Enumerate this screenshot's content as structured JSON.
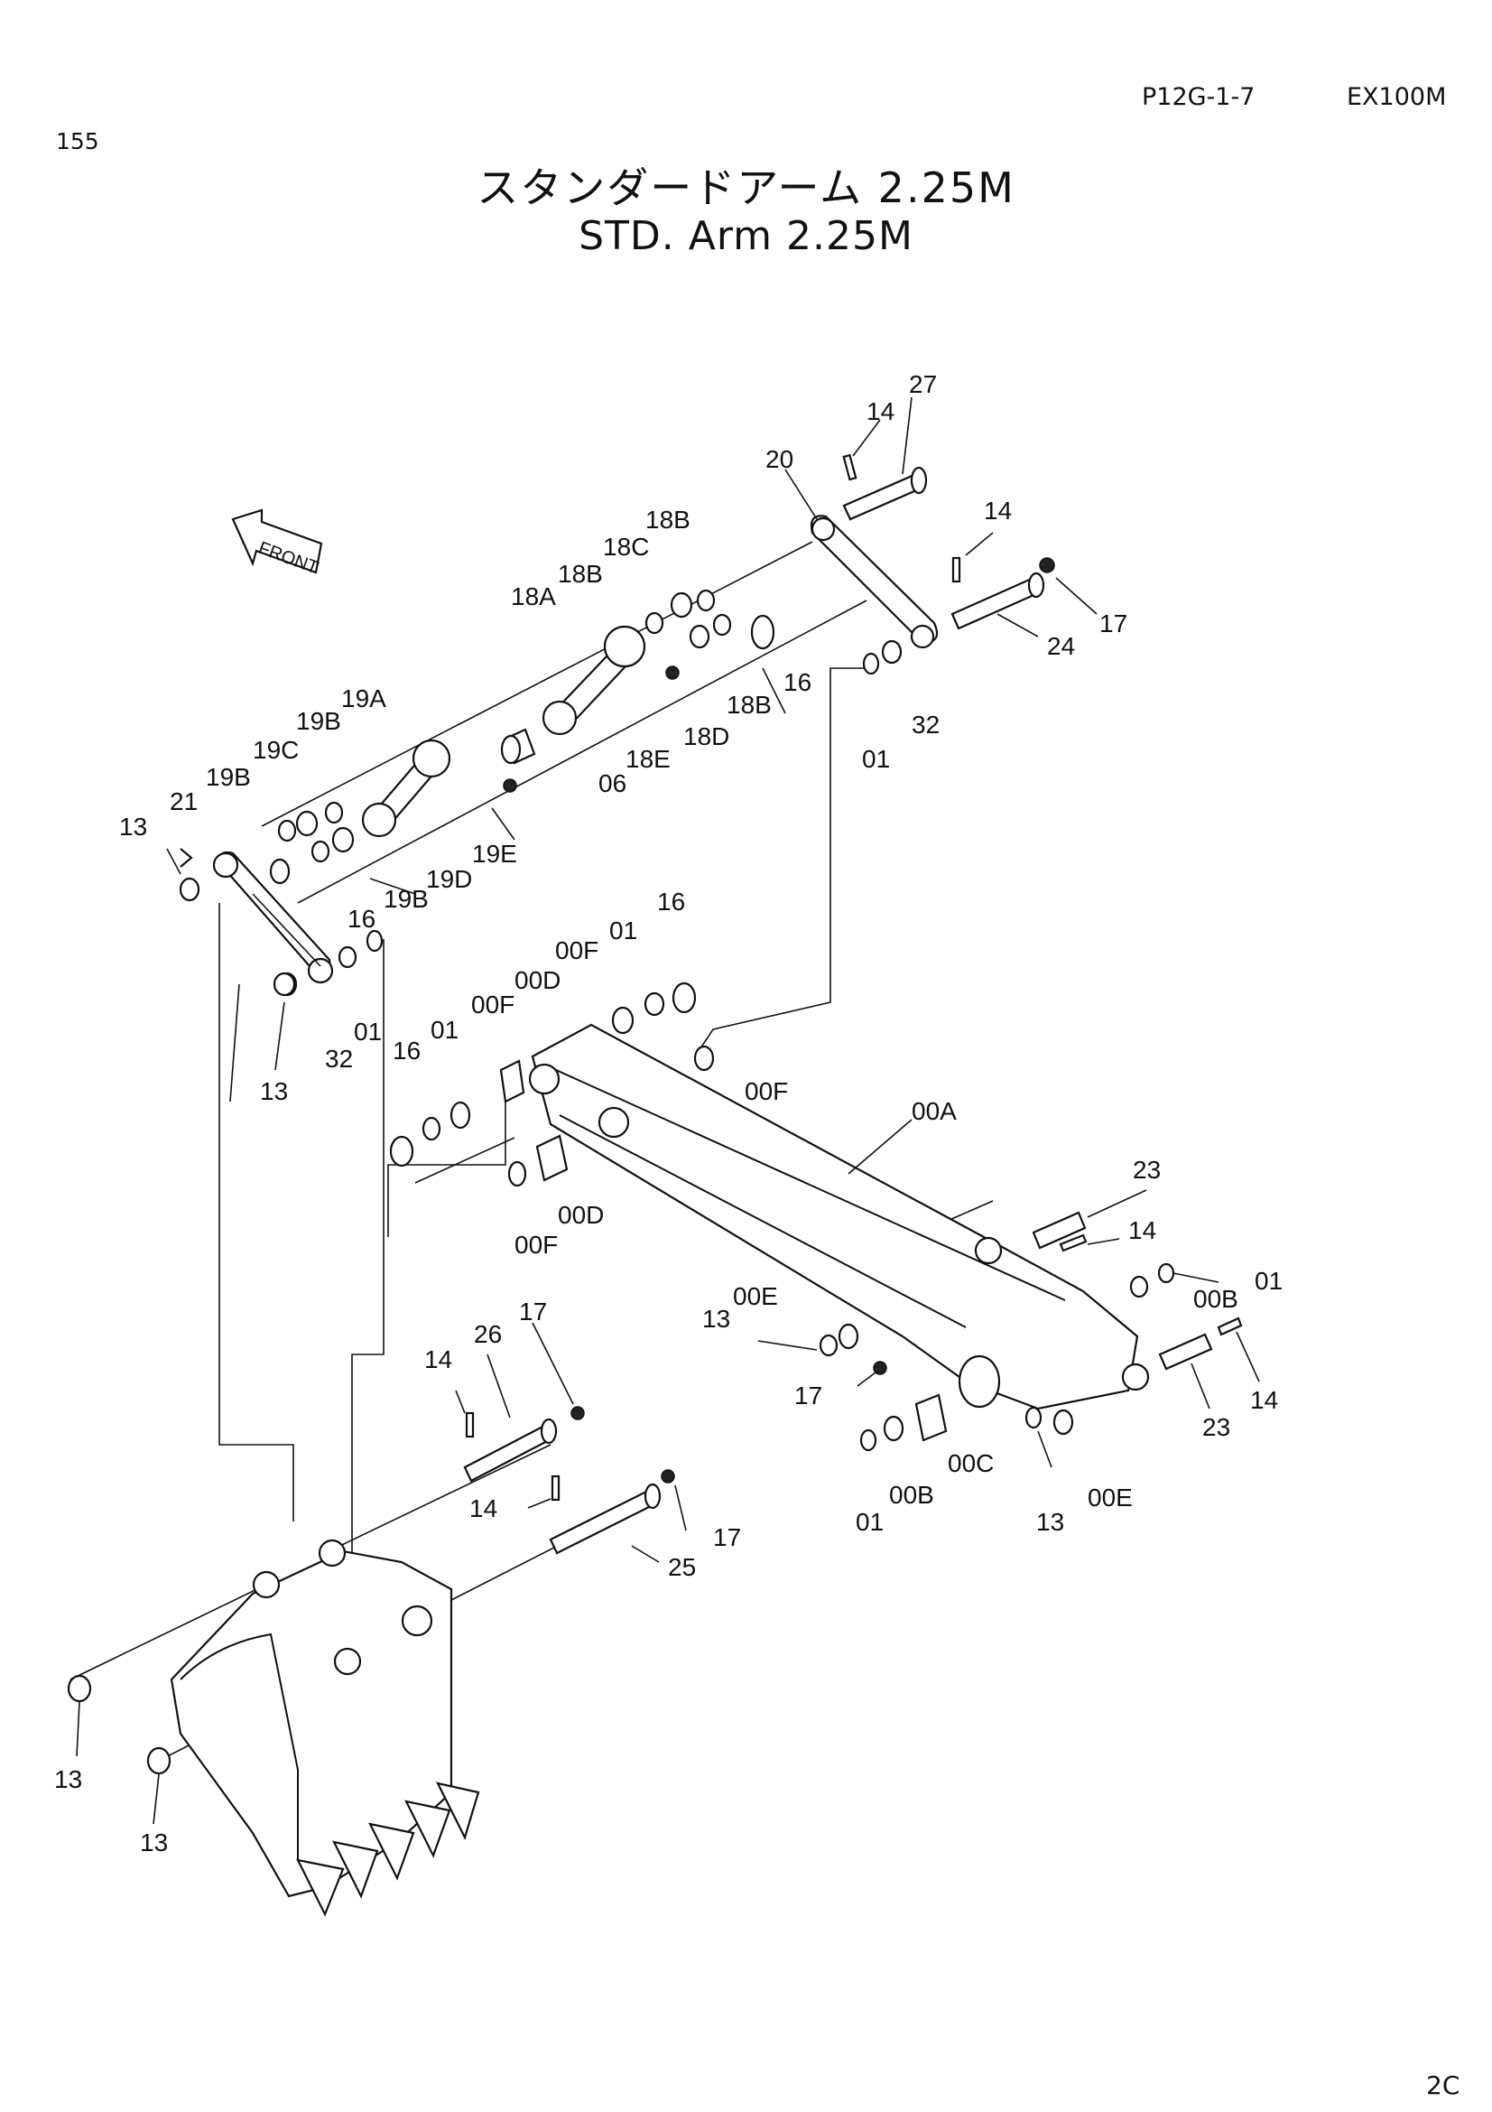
{
  "header": {
    "page_code": "P12G-1-7",
    "model": "EX100M",
    "page_number": "155",
    "corner_number": "2C"
  },
  "title": {
    "japanese": "スタンダードアーム 2.25M",
    "english": "STD. Arm 2.25M"
  },
  "front_label": "FRONT",
  "labels": {
    "l27": "27",
    "l14a": "14",
    "l20": "20",
    "l14b": "14",
    "l17a": "17",
    "l24": "24",
    "l18B1": "18B",
    "l18C": "18C",
    "l18B2": "18B",
    "l18A": "18A",
    "l16a": "16",
    "l18B3": "18B",
    "l18D": "18D",
    "l18E": "18E",
    "l06": "06",
    "l32a": "32",
    "l01a": "01",
    "l19A": "19A",
    "l19B1": "19B",
    "l19C": "19C",
    "l19B2": "19B",
    "l21": "21",
    "l13a": "13",
    "l19E": "19E",
    "l19D": "19D",
    "l19B3": "19B",
    "l16b": "16",
    "l01b": "01",
    "l32b": "32",
    "l13b": "13",
    "l16c": "16",
    "l01c": "01",
    "l00Fa": "00F",
    "l00Da": "00D",
    "l00Fb": "00F",
    "l01d": "01",
    "l16d": "16",
    "l00Fc": "00F",
    "l00A": "00A",
    "l00Db": "00D",
    "l00Fd": "00F",
    "l23a": "23",
    "l14c": "14",
    "l01e": "01",
    "l00Ba": "00B",
    "l00Ea": "00E",
    "l13c": "13",
    "l17b": "17",
    "l23b": "23",
    "l14d": "14",
    "l00C": "00C",
    "l01f": "01",
    "l00Bb": "00B",
    "l13d": "13",
    "l00Eb": "00E",
    "l14e": "14",
    "l26": "26",
    "l17c": "17",
    "l14f": "14",
    "l17d": "17",
    "l25": "25",
    "l13e": "13",
    "l13f": "13"
  }
}
